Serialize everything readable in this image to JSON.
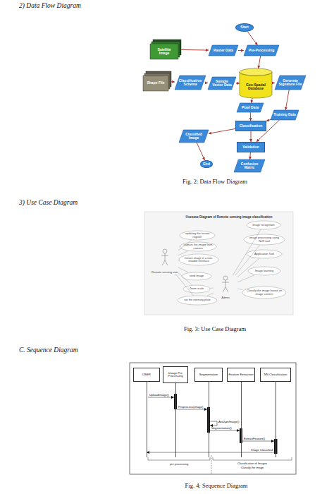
{
  "diagram": {
    "nodes": [
      {
        "text": [
          "Start"
        ]
      },
      {
        "text": [
          "Satellite Image"
        ]
      },
      {
        "text": [
          "Raster Data"
        ]
      },
      {
        "text": [
          "Pre-Processing"
        ]
      },
      {
        "text": [
          "Shape File"
        ]
      },
      {
        "text": [
          "Classification Schema"
        ]
      },
      {
        "text": [
          "Sample Vector Data"
        ]
      },
      {
        "text": [
          "Geo-Spatial Database"
        ]
      },
      {
        "text": [
          "Generate Signature File"
        ]
      },
      {
        "text": [
          "Pixel Data"
        ]
      },
      {
        "text": [
          "Training Data"
        ]
      },
      {
        "text": [
          "Classification"
        ]
      },
      {
        "text": [
          "Classified Image"
        ]
      },
      {
        "text": [
          "Validation"
        ]
      },
      {
        "text": [
          "Confusion Matrix"
        ]
      },
      {
        "text": [
          "End"
        ]
      },
      {
        "text": [
          "Remote sensing user"
        ]
      },
      {
        "text": [
          "updating the terrain register"
        ]
      },
      {
        "text": [
          "capture the image from camera"
        ]
      },
      {
        "text": [
          "Create image in a non-shaded interface"
        ]
      },
      {
        "text": [
          "send image"
        ]
      },
      {
        "text": [
          "Zoom scale"
        ]
      },
      {
        "text": [
          "set the intensity plate"
        ]
      },
      {
        "text": [
          "Admin"
        ]
      },
      {
        "text": [
          "image recognition"
        ]
      },
      {
        "text": [
          "image processing using NLR tool"
        ]
      },
      {
        "text": [
          "Application Tool"
        ]
      },
      {
        "text": [
          "Image learning"
        ]
      },
      {
        "text": [
          "Classify the image based on image content"
        ]
      },
      {
        "text": [
          "USER"
        ]
      },
      {
        "text": [
          "Image Pre Processing"
        ]
      },
      {
        "text": [
          "Segmentation"
        ]
      },
      {
        "text": [
          "Feature Extraction"
        ]
      },
      {
        "text": [
          "NN Classification"
        ]
      }
    ],
    "edges": [
      {
        "from": 0,
        "to": 3,
        "arrow": "to"
      },
      {
        "from": 1,
        "to": 2,
        "arrow": "to"
      },
      {
        "from": 2,
        "to": 3,
        "arrow": "to"
      },
      {
        "from": 3,
        "to": 7,
        "arrow": "to"
      },
      {
        "from": 4,
        "to": 5,
        "arrow": "to"
      },
      {
        "from": 5,
        "to": 6,
        "arrow": "to"
      },
      {
        "from": 6,
        "to": 7,
        "arrow": "to"
      },
      {
        "from": 7,
        "to": 8,
        "arrow": "to"
      },
      {
        "from": 7,
        "to": 9,
        "arrow": "to"
      },
      {
        "from": 8,
        "to": 10,
        "arrow": "to"
      },
      {
        "from": 9,
        "to": 11,
        "arrow": "to"
      },
      {
        "from": 10,
        "to": 11,
        "arrow": "to"
      },
      {
        "from": 10,
        "to": 13,
        "arrow": "to"
      },
      {
        "from": 11,
        "to": 12,
        "arrow": "to"
      },
      {
        "from": 11,
        "to": 13,
        "arrow": "to"
      },
      {
        "from": 13,
        "to": 14,
        "arrow": "to"
      },
      {
        "from": 12,
        "to": 15,
        "arrow": "to"
      },
      {
        "from": 16,
        "to": 17,
        "arrow": "none"
      },
      {
        "from": 16,
        "to": 18,
        "arrow": "none"
      },
      {
        "from": 16,
        "to": 19,
        "arrow": "none"
      },
      {
        "from": 16,
        "to": 20,
        "arrow": "none"
      },
      {
        "from": 16,
        "to": 21,
        "arrow": "none"
      },
      {
        "from": 16,
        "to": 22,
        "arrow": "none"
      },
      {
        "from": 23,
        "to": 24,
        "arrow": "none"
      },
      {
        "from": 23,
        "to": 25,
        "arrow": "none"
      },
      {
        "from": 23,
        "to": 26,
        "arrow": "none"
      },
      {
        "from": 23,
        "to": 27,
        "arrow": "none"
      },
      {
        "from": 23,
        "to": 28,
        "arrow": "none"
      },
      {
        "from": 23,
        "to": 21,
        "arrow": "none"
      },
      {
        "from": 23,
        "to": 22,
        "arrow": "none"
      },
      {
        "from": 29,
        "to": 30,
        "label": "UploadImage()",
        "arrow": "to"
      },
      {
        "from": 30,
        "to": 31,
        "label": "Preprocess(image)",
        "arrow": "to"
      },
      {
        "from": 31,
        "to": 31,
        "label": "AnalyzeImage()",
        "arrow": "to"
      },
      {
        "from": 31,
        "to": 32,
        "label": "Segmentation()",
        "arrow": "to"
      },
      {
        "from": 32,
        "to": 33,
        "label": "ExtractFeature()",
        "arrow": "to"
      },
      {
        "from": 33,
        "to": 29,
        "label": "Image Classified",
        "arrow": "to"
      }
    ],
    "labels": [
      "2) Data Flow Diagram",
      "Fig. 2: Data Flow Diagram",
      "3) Use Case Diagram",
      "Usecase Diagram of Remote sensing image classification",
      "Fig. 3: Use Case Diagram",
      "C. Sequence Diagram",
      "pre processing",
      "Classification of Images",
      "Classify the image",
      "Fig. 4: Sequence Diagram"
    ]
  }
}
